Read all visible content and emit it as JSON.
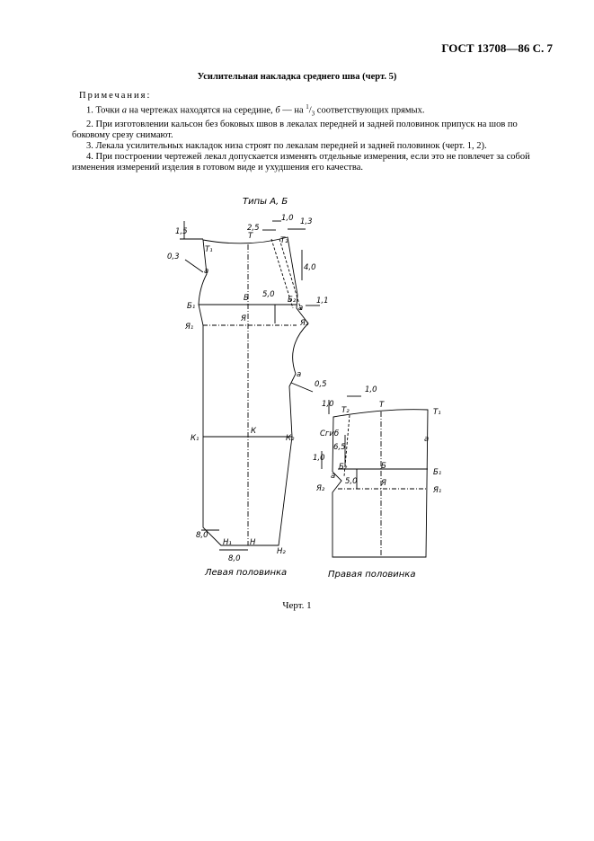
{
  "header": {
    "standard": "ГОСТ 13708—86 С. 7"
  },
  "section_title": "Усилительная накладка среднего шва (черт. 5)",
  "notes": {
    "label": "Примечания:",
    "items": [
      {
        "prefix": "1. Точки ",
        "a": "а",
        "middle": " на чертежах находятся на середине, ",
        "b": "б",
        "dash": " — на ",
        "num": "1",
        "slash": "/",
        "den": "3",
        "suffix": " соответствующих прямых."
      },
      "2. При изготовлении кальсон без боковых швов в лекалах передней и задней половинок припуск на шов по боковому срезу снимают.",
      "3. Лекала усилительных накладок низа строят по лекалам передней и задней половинок (черт. 1, 2).",
      "4. При построении чертежей лекал допускается изменять отдельные измерения, если это не повлечет за собой изменения измерений изделия в готовом виде и ухудшения его качества."
    ]
  },
  "drawing": {
    "types_label": "Типы А, Б",
    "left_caption": "Левая половинка",
    "right_caption": "Правая половинка",
    "left_labels": {
      "T": "Т",
      "T1": "Т₁",
      "T2": "Т₂",
      "a1": "а",
      "B1": "Б₁",
      "B": "Б",
      "B2": "Б₂",
      "a2": "а",
      "Ya1": "Я₁",
      "Ya": "Я",
      "Ya2": "Я₂",
      "a3": "а",
      "K1": "К₁",
      "K": "К",
      "K2": "К₂",
      "H1": "Н₁",
      "H": "Н",
      "H2": "Н₂"
    },
    "left_dims": {
      "d15": "1,5",
      "d03": "0,3",
      "d25": "2,5",
      "d10": "1,0",
      "d13": "1,3",
      "d40": "4,0",
      "d50": "5,0",
      "d11": "1,1",
      "d05": "0,5",
      "d80v": "8,0",
      "d80h": "8,0"
    },
    "right_labels": {
      "T": "Т",
      "T1": "Т₁",
      "T2": "Т₂",
      "a1": "а",
      "sgib": "Сгиб",
      "B": "Б",
      "B1": "Б₁",
      "B2": "Б₂",
      "a2": "а",
      "Ya": "Я",
      "Ya1": "Я₁",
      "Ya2": "Я₂"
    },
    "right_dims": {
      "d10a": "1,0",
      "d10b": "1,0",
      "d65": "6,5",
      "d10c": "1,0",
      "d50": "5,0"
    }
  },
  "figure_caption": "Черт. 1"
}
